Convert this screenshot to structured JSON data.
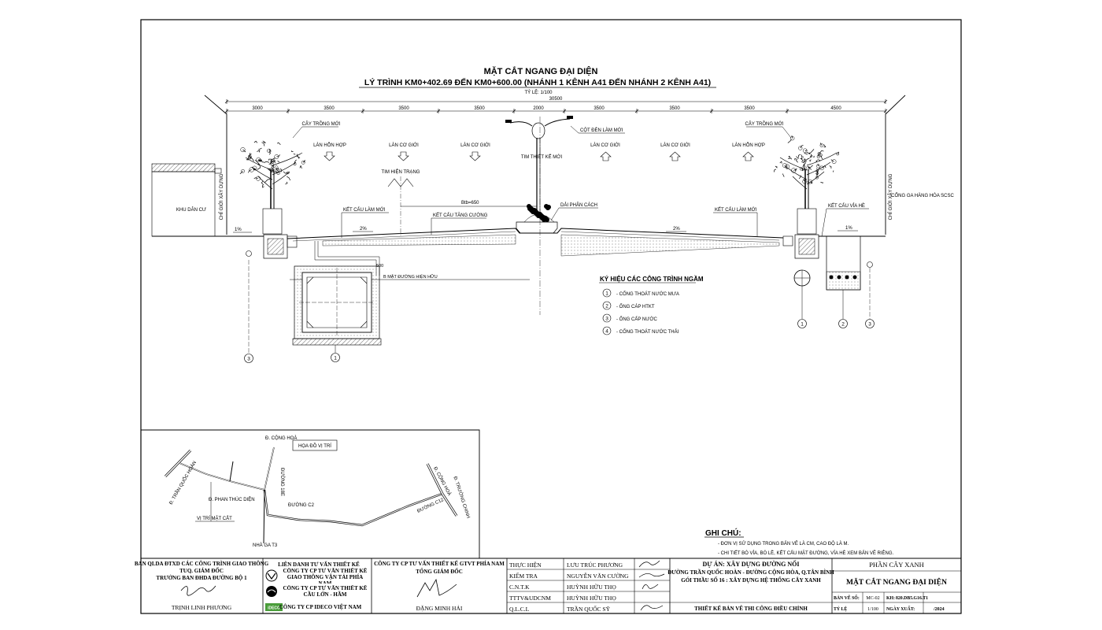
{
  "title": {
    "line1": "MẶT CẮT NGANG ĐẠI DIỆN",
    "line2": "LÝ TRÌNH KM0+402.69 ĐẾN KM0+600.00 (NHÁNH 1 KÊNH A41 ĐẾN NHÁNH 2 KÊNH A41)",
    "scale": "TỶ LỆ: 1/100"
  },
  "dimensions": {
    "total": "30500",
    "segments": [
      "3000",
      "3500",
      "3500",
      "3500",
      "2000",
      "3500",
      "3500",
      "3500",
      "4500"
    ]
  },
  "labels": {
    "tree_left": "CÂY TRỒNG MỚI",
    "tree_right": "CÂY TRỒNG MỚI",
    "lane_mixed_left": "LÀN HỖN HỢP",
    "lane_motor_1": "LÀN CƠ GIỚI",
    "lane_motor_2": "LÀN CƠ GIỚI",
    "lane_motor_3": "LÀN CƠ GIỚI",
    "lane_motor_4": "LÀN CƠ GIỚI",
    "lane_mixed_right": "LÀN HỖN HỢP",
    "light_pole": "CỘT ĐÈN LÀM MỚI",
    "design_center": "TIM THIẾT KẾ MỚI",
    "existing_center": "TIM HIỆN TRẠNG",
    "residential": "KHU DÂN CƯ",
    "build_line_left": "CHỈ GIỚI XÂY DỰNG",
    "build_line_right": "CHỈ GIỚI XÂY DỰNG",
    "station": "CỔNG GA HÀNG HÓA SCSC",
    "new_pavement_left": "KẾT CẤU LÀM MỚI",
    "new_pavement_right": "KẾT CẤU LÀM MỚI",
    "reinforce": "KẾT CẤU TĂNG CƯỜNG",
    "sidewalk": "KẾT CẤU VỈA HÈ",
    "median": "DẢI PHÂN CÁCH",
    "btb": "Btb=650",
    "existing_width": "B MẶT ĐƯỜNG HIỆN HỮU",
    "slope_1l": "1%",
    "slope_2l": "2%",
    "slope_2r": "2%",
    "slope_1r": "1%",
    "dim500": "500"
  },
  "markers": [
    "3",
    "1",
    "1",
    "2",
    "3"
  ],
  "legend": {
    "title": "KÝ HIỆU CÁC CÔNG TRÌNH NGẦM",
    "items": [
      {
        "num": "1",
        "text": "- CỐNG THOÁT NƯỚC MƯA"
      },
      {
        "num": "2",
        "text": "- ỐNG CÁP HTKT"
      },
      {
        "num": "3",
        "text": "- ỐNG CẤP NƯỚC"
      },
      {
        "num": "4",
        "text": "- CỐNG THOÁT NƯỚC THẢI"
      }
    ]
  },
  "notes": {
    "title": "GHI CHÚ:",
    "items": [
      "- ĐƠN VỊ SỬ DỤNG TRONG BẢN VẼ LÀ CM, CAO ĐỘ LÀ M.",
      "- CHI TIẾT BÓ VỈA, BÓ LỀ, KẾT CẤU MẶT ĐƯỜNG, VỈA HÈ XEM BẢN VẼ RIÊNG."
    ]
  },
  "location_map": {
    "title": "HỌA ĐỒ VỊ TRÍ",
    "cong_hoa_top": "Đ. CỘNG HOÀ",
    "tran_quoc_hoan": "Đ. TRẦN QUỐC HOÀN",
    "phan_thuc_dien": "Đ. PHAN THÚC DIỆN",
    "road_18e": "ĐƯỜNG 18E",
    "road_c2": "ĐƯỜNG C2",
    "road_c12": "ĐƯỜNG C12",
    "cong_hoa_right": "Đ. CỘNG HOÀ",
    "truong_chinh": "Đ. TRƯỜNG CHINH",
    "section_pos": "VỊ TRÍ MẶT CẮT",
    "ga_t3": "NHÀ GA T3"
  },
  "title_block": {
    "owner1": "BAN QLDA ĐTXD CÁC CÔNG TRÌNH GIAO THÔNG",
    "owner2": "TUQ. GIÁM ĐỐC",
    "owner3": "TRƯỞNG BAN ĐHDA ĐƯỜNG BỘ 1",
    "owner_name": "TRỊNH LINH PHƯƠNG",
    "jv_title": "LIÊN DANH TƯ VẤN THIẾT KẾ",
    "jv1": "CÔNG TY CP TƯ VẤN THIẾT KẾ GIAO THÔNG VẬN TẢI PHÍA NAM",
    "jv2": "CÔNG TY CP TƯ VẤN THIẾT KẾ CẦU LỚN - HẦM",
    "jv3": "CÔNG TY CP IDECO VIỆT NAM",
    "consultant": "CÔNG TY CP TƯ VẤN THIẾT KẾ GTVT PHÍA NAM",
    "director": "TỔNG GIÁM ĐỐC",
    "director_name": "ĐẶNG MINH HẢI",
    "roles": [
      {
        "role": "THỰC HIỆN",
        "name": "LƯU TRÚC PHƯƠNG"
      },
      {
        "role": "KIỂM TRA",
        "name": "NGUYỄN VĂN CƯỜNG"
      },
      {
        "role": "C.N.T.K",
        "name": "HUỲNH HỮU THỌ"
      },
      {
        "role": "TTTV&UDCNM",
        "name": "HUỲNH HỮU THỌ"
      },
      {
        "role": "Q.L.C.L",
        "name": "TRẦN QUỐC SỸ"
      }
    ],
    "project1": "DỰ ÁN: XÂY DỰNG ĐƯỜNG NỐI",
    "project2": "ĐƯỜNG TRẦN QUỐC HOÀN - ĐƯỜNG CỘNG HÒA, Q.TÂN BÌNH",
    "project3": "GÓI THẦU SỐ 16 : XÂY DỰNG HỆ THỐNG CÂY XANH",
    "stage": "THIẾT KẾ BẢN VẼ THI CÔNG ĐIỀU CHỈNH",
    "part": "PHẦN CÂY XANH",
    "sheet_title": "MẶT CẮT NGANG ĐẠI DIỆN",
    "sheet_no_label": "BẢN VẼ SỐ:",
    "sheet_no": "MC-02",
    "code_label": "KH:",
    "code": "820.DB5.G16.T1",
    "scale_label": "TỶ LỆ",
    "scale": "1/100",
    "date_label": "NGÀY XUẤT:",
    "date": "/2024"
  }
}
